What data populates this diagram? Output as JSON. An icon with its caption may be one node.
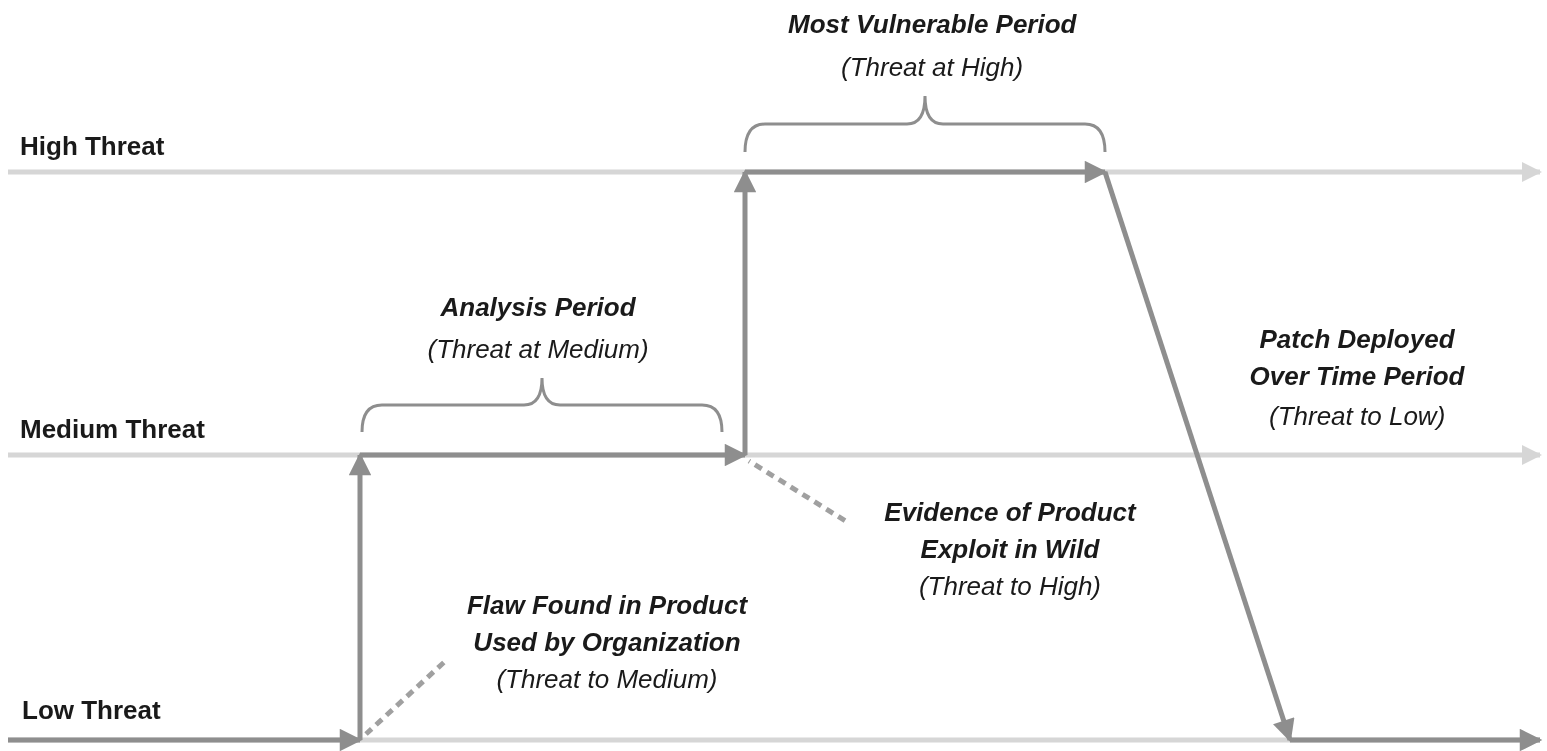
{
  "diagram": {
    "nodes": [
      {
        "text": [
          "Flaw Found in Product Used by Organization",
          "(Threat to Medium)"
        ]
      },
      {
        "text": [
          "Evidence of Product Exploit in Wild",
          "(Threat to High)"
        ]
      }
    ],
    "edges": [
      {
        "from": 0,
        "to": null,
        "arrow": "none",
        "style": "dashed"
      },
      {
        "from": 1,
        "to": null,
        "arrow": "none",
        "style": "dashed"
      }
    ],
    "labels": [
      "Most Vulnerable Period",
      "(Threat at High)",
      "High Threat",
      "Analysis Period",
      "(Threat at Medium)",
      "Patch Deployed Over Time Period",
      "(Threat to Low)",
      "Medium Threat",
      "Low Threat"
    ]
  }
}
